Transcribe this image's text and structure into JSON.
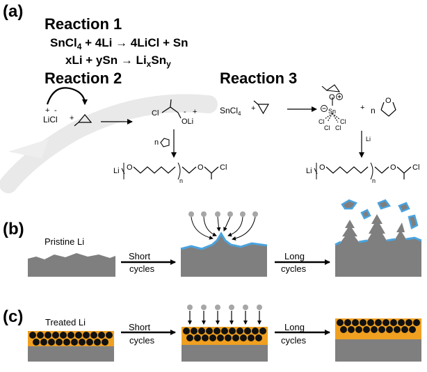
{
  "panels": {
    "a": "(a)",
    "b": "(b)",
    "c": "(c)"
  },
  "reaction1": {
    "title": "Reaction 1",
    "eq1_left": "SnCl",
    "eq1_sub": "4",
    "eq1_right": " + 4Li → 4LiCl + Sn",
    "eq2_left": "xLi + ySn → Li",
    "eq2_sub1": "x",
    "eq2_mid": "Sn",
    "eq2_sub2": "y"
  },
  "reaction2": {
    "title": "Reaction 2",
    "licl": "LiCl",
    "plus": "+",
    "minus": "-",
    "chloro_oli_cl": "Cl",
    "chloro_oli_oli": "OLi",
    "n_thf": "n",
    "product_li": "Li",
    "product_o": "O",
    "product_n": "n",
    "product_o2": "O",
    "product_cl": "Cl"
  },
  "reaction3": {
    "title": "Reaction 3",
    "sncl4": "SnCl",
    "sncl4_sub": "4",
    "plus": "+",
    "complex_o": "O",
    "complex_sn": "Sn",
    "complex_cl": "Cl",
    "n": "n",
    "thf_o": "O",
    "li_reagent": "Li",
    "product_li": "Li",
    "product_o": "O",
    "product_n": "n",
    "product_o2": "O",
    "product_cl": "Cl"
  },
  "panel_b": {
    "pristine_label": "Pristine Li",
    "short_1": "Short",
    "short_2": "cycles",
    "long_1": "Long",
    "long_2": "cycles"
  },
  "panel_c": {
    "treated_label": "Treated Li",
    "short_1": "Short",
    "short_2": "cycles",
    "long_1": "Long",
    "long_2": "cycles"
  },
  "colors": {
    "lithium_gray": "#7f7f7f",
    "sei_blue": "#4aa3df",
    "coating_orange": "#f0a020",
    "particle_black": "#111111",
    "ion_gray": "#a6a6a6",
    "watermark": "#e6e6e6"
  }
}
